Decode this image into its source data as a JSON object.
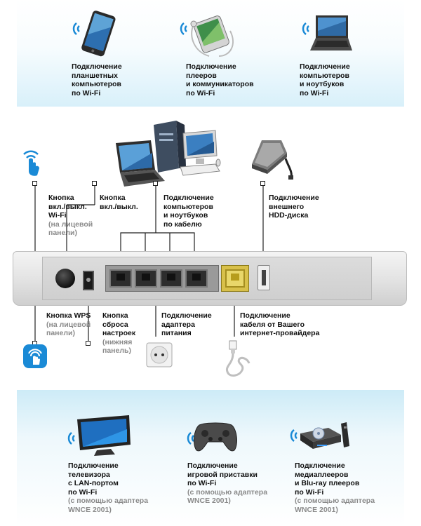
{
  "wireless_top": [
    {
      "icon": "tablet-icon",
      "lines": [
        "Подключение",
        "планшетных",
        "компьютеров",
        "по Wi-Fi"
      ]
    },
    {
      "icon": "media-player-icon",
      "lines": [
        "Подключение",
        "плееров",
        "и коммуникаторов",
        "по Wi-Fi"
      ]
    },
    {
      "icon": "laptop-icon",
      "lines": [
        "Подключение",
        "компьютеров",
        "и ноутбуков",
        "по Wi-Fi"
      ]
    }
  ],
  "router_labels": {
    "wifi_button": {
      "lines": [
        "Кнопка",
        "вкл./выкл.",
        "Wi-Fi"
      ],
      "note": [
        "(на лицевой",
        "панели)"
      ]
    },
    "power_button": {
      "lines": [
        "Кнопка",
        "вкл./выкл."
      ]
    },
    "lan": {
      "lines": [
        "Подключение",
        "компьютеров",
        "и ноутбуков",
        "по кабелю"
      ]
    },
    "hdd": {
      "lines": [
        "Подключение",
        "внешнего",
        "HDD-диска"
      ]
    },
    "wps": {
      "lines": [
        "Кнопка WPS"
      ],
      "note": [
        "(на лицевой",
        "панели)"
      ]
    },
    "reset": {
      "lines": [
        "Кнопка",
        "сброса",
        "настроек"
      ],
      "note": [
        "(нижняя",
        "панель)"
      ]
    },
    "power_adapter": {
      "lines": [
        "Подключение",
        "адаптера",
        "питания"
      ]
    },
    "wan": {
      "lines": [
        "Подключение",
        "кабеля от Вашего",
        "интернет-провайдера"
      ]
    }
  },
  "wireless_bottom": [
    {
      "icon": "tv-icon",
      "lines": [
        "Подключение",
        "телевизора",
        "с LAN-портом",
        "по Wi-Fi"
      ],
      "note": [
        "(с помощью адаптера",
        "WNCE 2001)"
      ]
    },
    {
      "icon": "gamepad-icon",
      "lines": [
        "Подключение",
        "игровой приставки",
        "по Wi-Fi"
      ],
      "note": [
        "(с помощью адаптера",
        "WNCE 2001)"
      ]
    },
    {
      "icon": "bluray-player-icon",
      "lines": [
        "Подключение",
        "медиаплееров",
        "и Blu-ray плееров",
        "по Wi-Fi"
      ],
      "note": [
        "(с помощью адаптера",
        "WNCE 2001)"
      ]
    }
  ],
  "colors": {
    "wifi_blue": "#1a8ad6",
    "band_blue": "#d8f0fa",
    "wan_yellow": "#d8c04a",
    "note_grey": "#8a8a8a"
  }
}
